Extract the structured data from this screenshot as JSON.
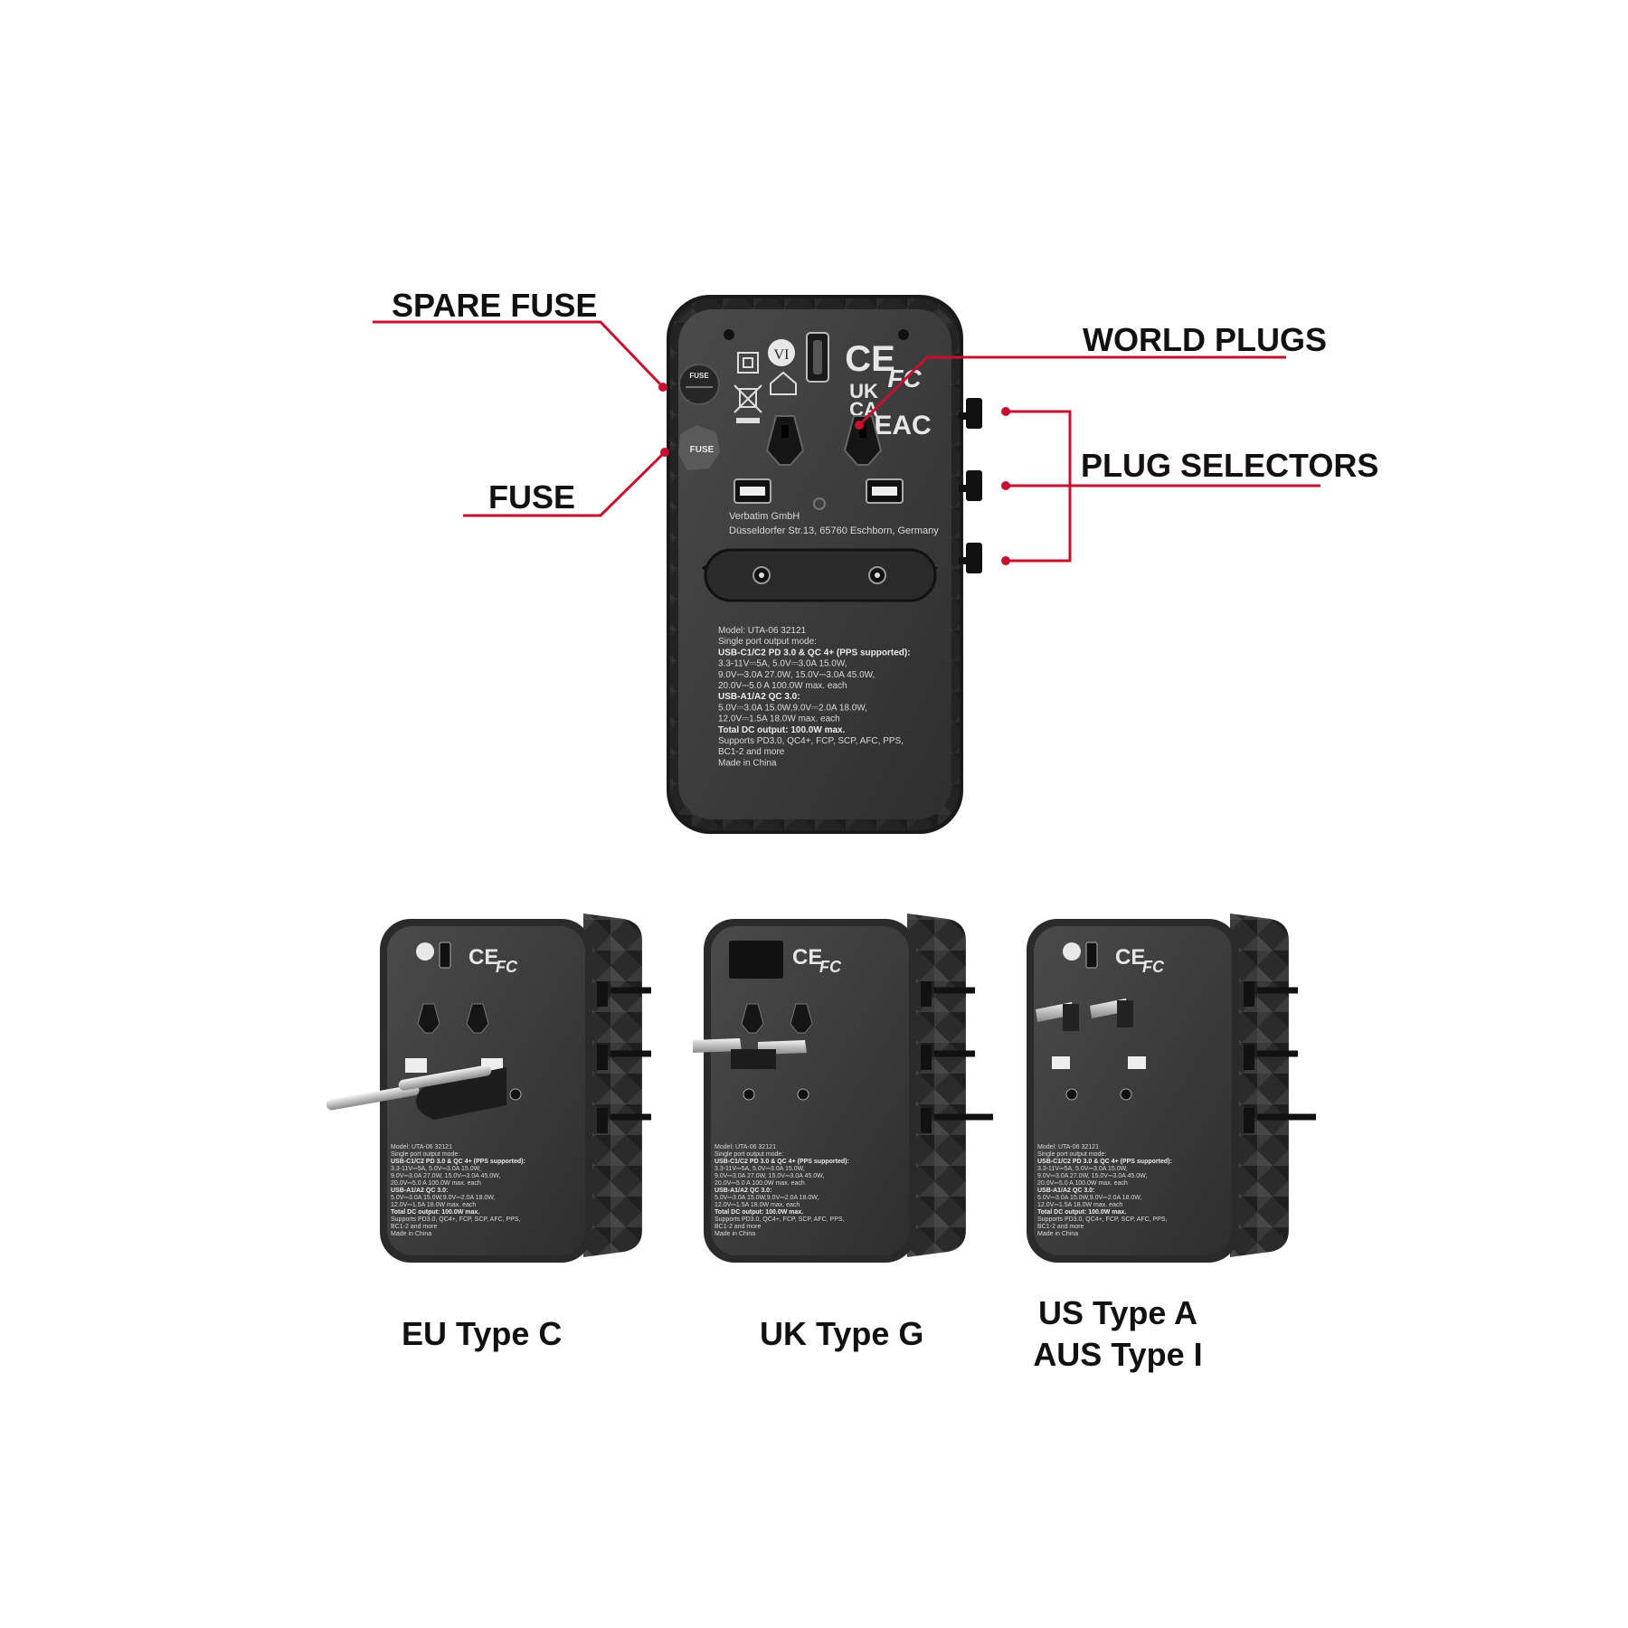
{
  "callouts": {
    "spare_fuse": "SPARE FUSE",
    "fuse": "FUSE",
    "world_plugs": "WORLD PLUGS",
    "plug_selectors": "PLUG SELECTORS"
  },
  "accent_color": "#c8102e",
  "device": {
    "marks": {
      "vi": "VI",
      "ce": "CE",
      "fc": "FC",
      "ukca_top": "UK",
      "ukca_bottom": "CA",
      "eac": "EAC",
      "fuse_small": "FUSE"
    },
    "address_1": "Verbatim GmbH",
    "address_2": "Düsseldorfer Str.13, 65760 Eschborn, Germany",
    "spec": [
      {
        "text": "Model: UTA-06 32121",
        "bold": false
      },
      {
        "text": "Single port output mode:",
        "bold": false
      },
      {
        "text": "USB-C1/C2 PD 3.0 & QC 4+ (PPS supported):",
        "bold": true
      },
      {
        "text": "3.3-11V⎓5A, 5.0V⎓3.0A 15.0W,",
        "bold": false
      },
      {
        "text": "9.0V⎓3.0A 27.0W, 15.0V⎓3.0A 45.0W,",
        "bold": false
      },
      {
        "text": "20.0V⎓5.0 A 100.0W max. each",
        "bold": false
      },
      {
        "text": "USB-A1/A2 QC 3.0:",
        "bold": true
      },
      {
        "text": "5.0V⎓3.0A 15.0W,9.0V⎓2.0A 18.0W,",
        "bold": false
      },
      {
        "text": "12.0V⎓1.5A 18.0W max. each",
        "bold": false
      },
      {
        "text": "Total DC output: 100.0W max.",
        "bold": true
      },
      {
        "text": "Supports PD3.0, QC4+, FCP, SCP, AFC, PPS,",
        "bold": false
      },
      {
        "text": "BC1-2 and more",
        "bold": false
      },
      {
        "text": "Made in China",
        "bold": false
      }
    ]
  },
  "variants": [
    {
      "caption": [
        "EU Type C"
      ]
    },
    {
      "caption": [
        "UK Type G"
      ]
    },
    {
      "caption": [
        "US Type A",
        "AUS Type I"
      ]
    }
  ]
}
